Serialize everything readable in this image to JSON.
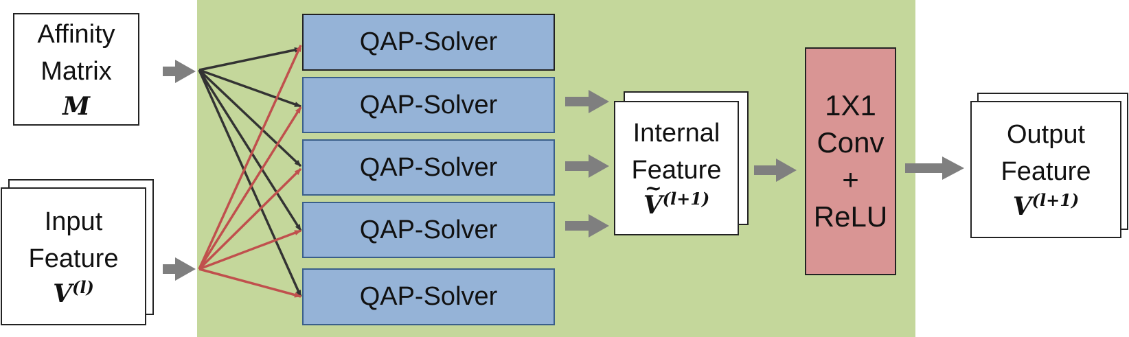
{
  "affinity": {
    "line1": "Affinity",
    "line2": "Matrix",
    "symbol": "M"
  },
  "input": {
    "line1": "Input",
    "line2": "Feature",
    "symbol": "V",
    "superscript": "(l)"
  },
  "solvers": [
    {
      "label": "QAP-Solver"
    },
    {
      "label": "QAP-Solver"
    },
    {
      "label": "QAP-Solver"
    },
    {
      "label": "QAP-Solver"
    },
    {
      "label": "QAP-Solver"
    }
  ],
  "internal": {
    "line1": "Internal",
    "line2": "Feature",
    "symbol": "V",
    "superscript": "(l+1)"
  },
  "conv": {
    "line1": "1X1",
    "line2": "Conv",
    "line3": "+",
    "line4": "ReLU"
  },
  "output": {
    "line1": "Output",
    "line2": "Feature",
    "symbol": "V",
    "superscript": "(l+1)"
  },
  "colors": {
    "panel": "#c4d79b",
    "solver": "#95b3d7",
    "conv": "#d99594",
    "dark_arrow": "#333333",
    "red_arrow": "#c0504d",
    "gray_arrow": "#7f7f7f"
  }
}
